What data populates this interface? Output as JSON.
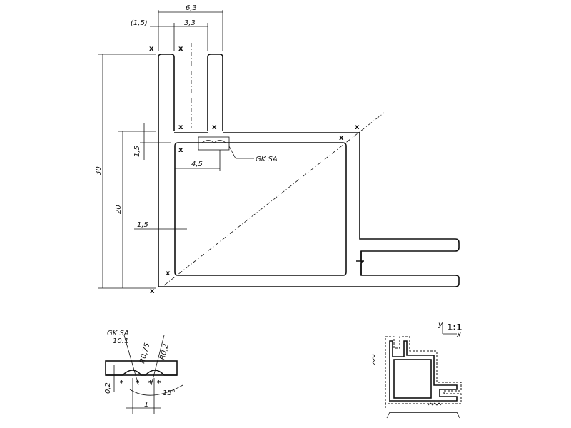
{
  "main_view": {
    "dims": {
      "top_total": "6,3",
      "top_paren": "(1,5)",
      "top_inner": "3,3",
      "height_total": "30",
      "height_frame": "20",
      "step_height": "1,5",
      "offset": "4,5",
      "wall": "1,5"
    },
    "callout": "GK SA",
    "mark": "x"
  },
  "detail": {
    "title": "GK SA",
    "scale": "10:1",
    "radius_a": "R0,75",
    "radius_b": "R0,2",
    "depth": "0,2",
    "angle": "15°",
    "pitch": "1"
  },
  "thumb": {
    "scale": "1:1",
    "axis_y": "y",
    "axis_x": "x"
  }
}
